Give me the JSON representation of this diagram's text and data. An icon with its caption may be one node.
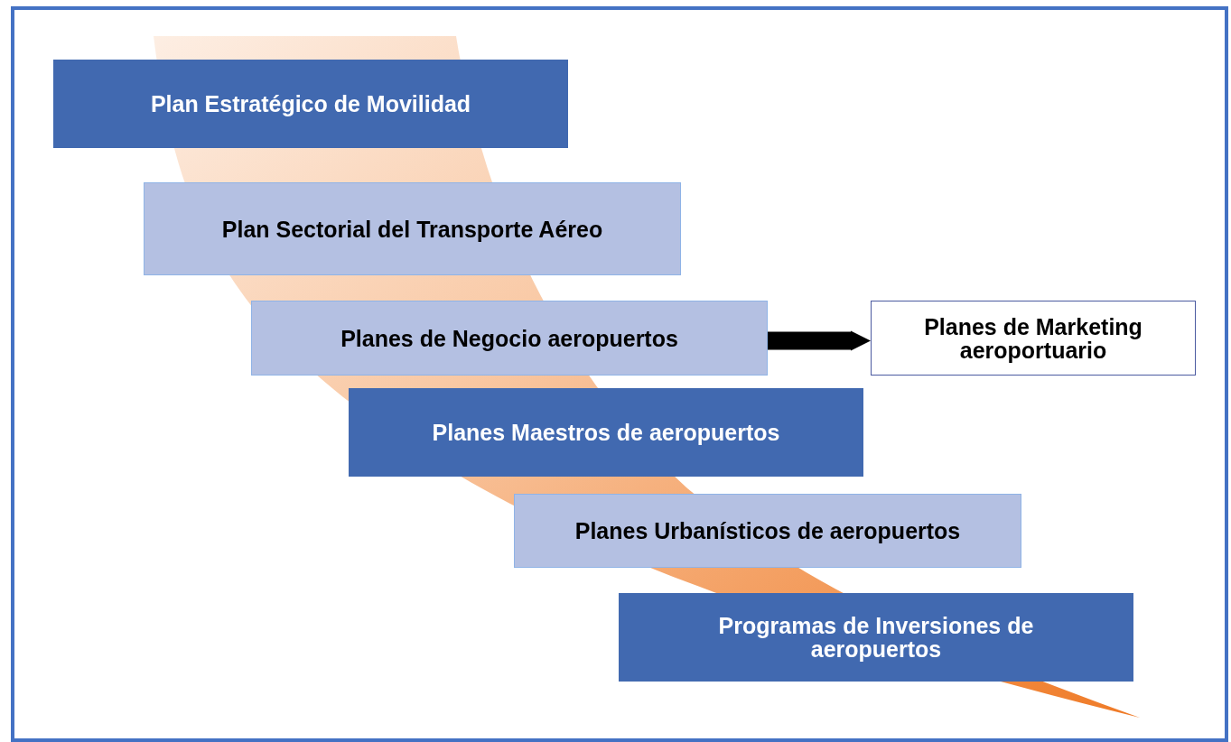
{
  "diagram": {
    "nodes": [
      {
        "text": [
          "Plan Estratégico de Movilidad"
        ]
      },
      {
        "text": [
          "Plan Sectorial del Transporte Aéreo"
        ]
      },
      {
        "text": [
          "Planes de Negocio aeropuertos"
        ]
      },
      {
        "text": [
          "Planes Maestros de aeropuertos"
        ]
      },
      {
        "text": [
          "Planes Urbanísticos de aeropuertos"
        ]
      },
      {
        "text": [
          "Programas de Inversiones de aeropuertos"
        ]
      },
      {
        "text": [
          "Planes de Marketing aeroportuario"
        ]
      }
    ],
    "edges": [
      {
        "from": 2,
        "to": 6,
        "arrow": "to"
      }
    ]
  }
}
